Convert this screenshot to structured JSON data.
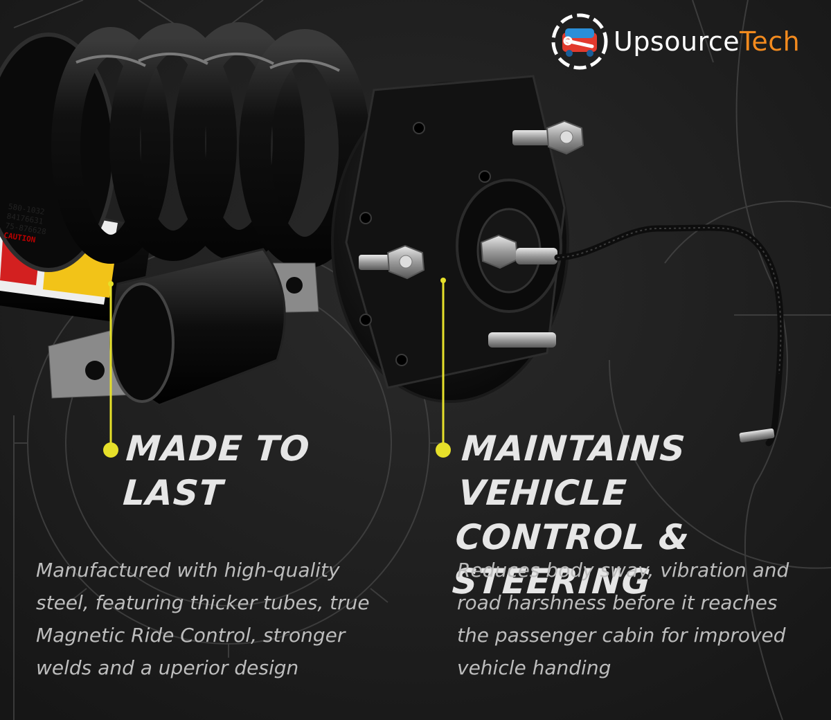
{
  "brand": {
    "name_part1": "Upsource",
    "name_part2": "Tech",
    "accent_color": "#f28a1e",
    "icon": "wrench-car-icon"
  },
  "colors": {
    "background": "#1e1e1e",
    "callout": "#e6e02a",
    "heading": "#e6e6e6",
    "body": "#bdbdbd"
  },
  "features": [
    {
      "heading": "MADE TO LAST",
      "description": "Manufactured with high-quality steel, featuring thicker tubes, true Magnetic Ride Control, stronger welds and a uperior design"
    },
    {
      "heading_line1": "MAINTAINS VEHICLE",
      "heading_line2": "CONTROL & STEERING",
      "description": "Reduces body sway, vibration and road harshness before it reaches the passenger cabin for improved vehicle handing"
    }
  ],
  "product_label": {
    "line1": "580-1032",
    "line2": "84176631",
    "line3": "75-876628",
    "warning": "CAUTION"
  }
}
